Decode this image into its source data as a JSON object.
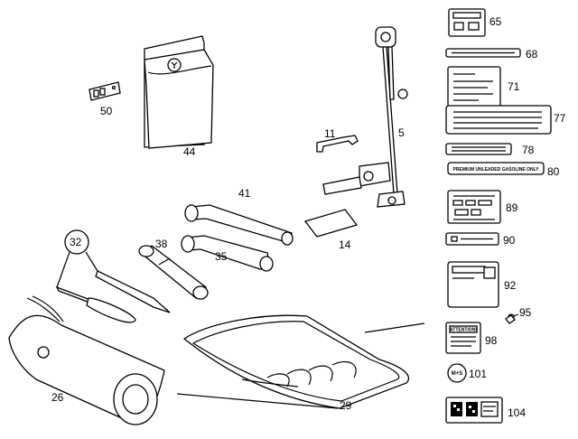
{
  "callouts": {
    "p65": "65",
    "p68": "68",
    "p71": "71",
    "p77": "77",
    "p78": "78",
    "p80": "80",
    "p89": "89",
    "p90": "90",
    "p92": "92",
    "p95": "95",
    "p98": "98",
    "p101": "101",
    "p104": "104",
    "p50": "50",
    "p44": "44",
    "p11": "11",
    "p5": "5",
    "p41": "41",
    "p14": "14",
    "p38": "38",
    "p35": "35",
    "p32": "32",
    "p26": "26",
    "p29": "29"
  },
  "labels": {
    "premium": "PREMIUM UNLEADED GASOLINE ONLY",
    "attention": "ATTENTION!",
    "ms": "M+S"
  },
  "colors": {
    "ink": "#000000",
    "paper": "#ffffff"
  }
}
